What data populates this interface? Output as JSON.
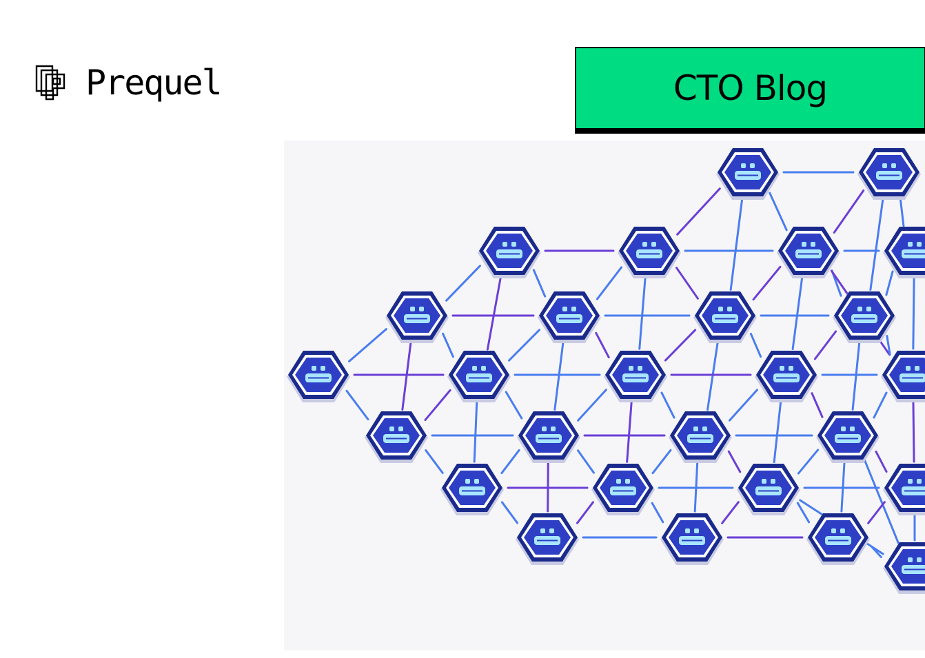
{
  "brand": {
    "name": "Prequel",
    "logo_icon": "prequel-logo-icon"
  },
  "badge": {
    "label": "CTO Blog",
    "color": "#00dc82"
  },
  "illustration": {
    "subject": "network of hexagonal robot nodes",
    "node_icon": "hexagon-robot-icon",
    "colors": {
      "node_outer": "#1a2a8c",
      "node_inner": "#2e3fc6",
      "node_face": "#a8e6ff",
      "link_primary": "#4a7df0",
      "link_secondary": "#6b3fd6"
    }
  }
}
